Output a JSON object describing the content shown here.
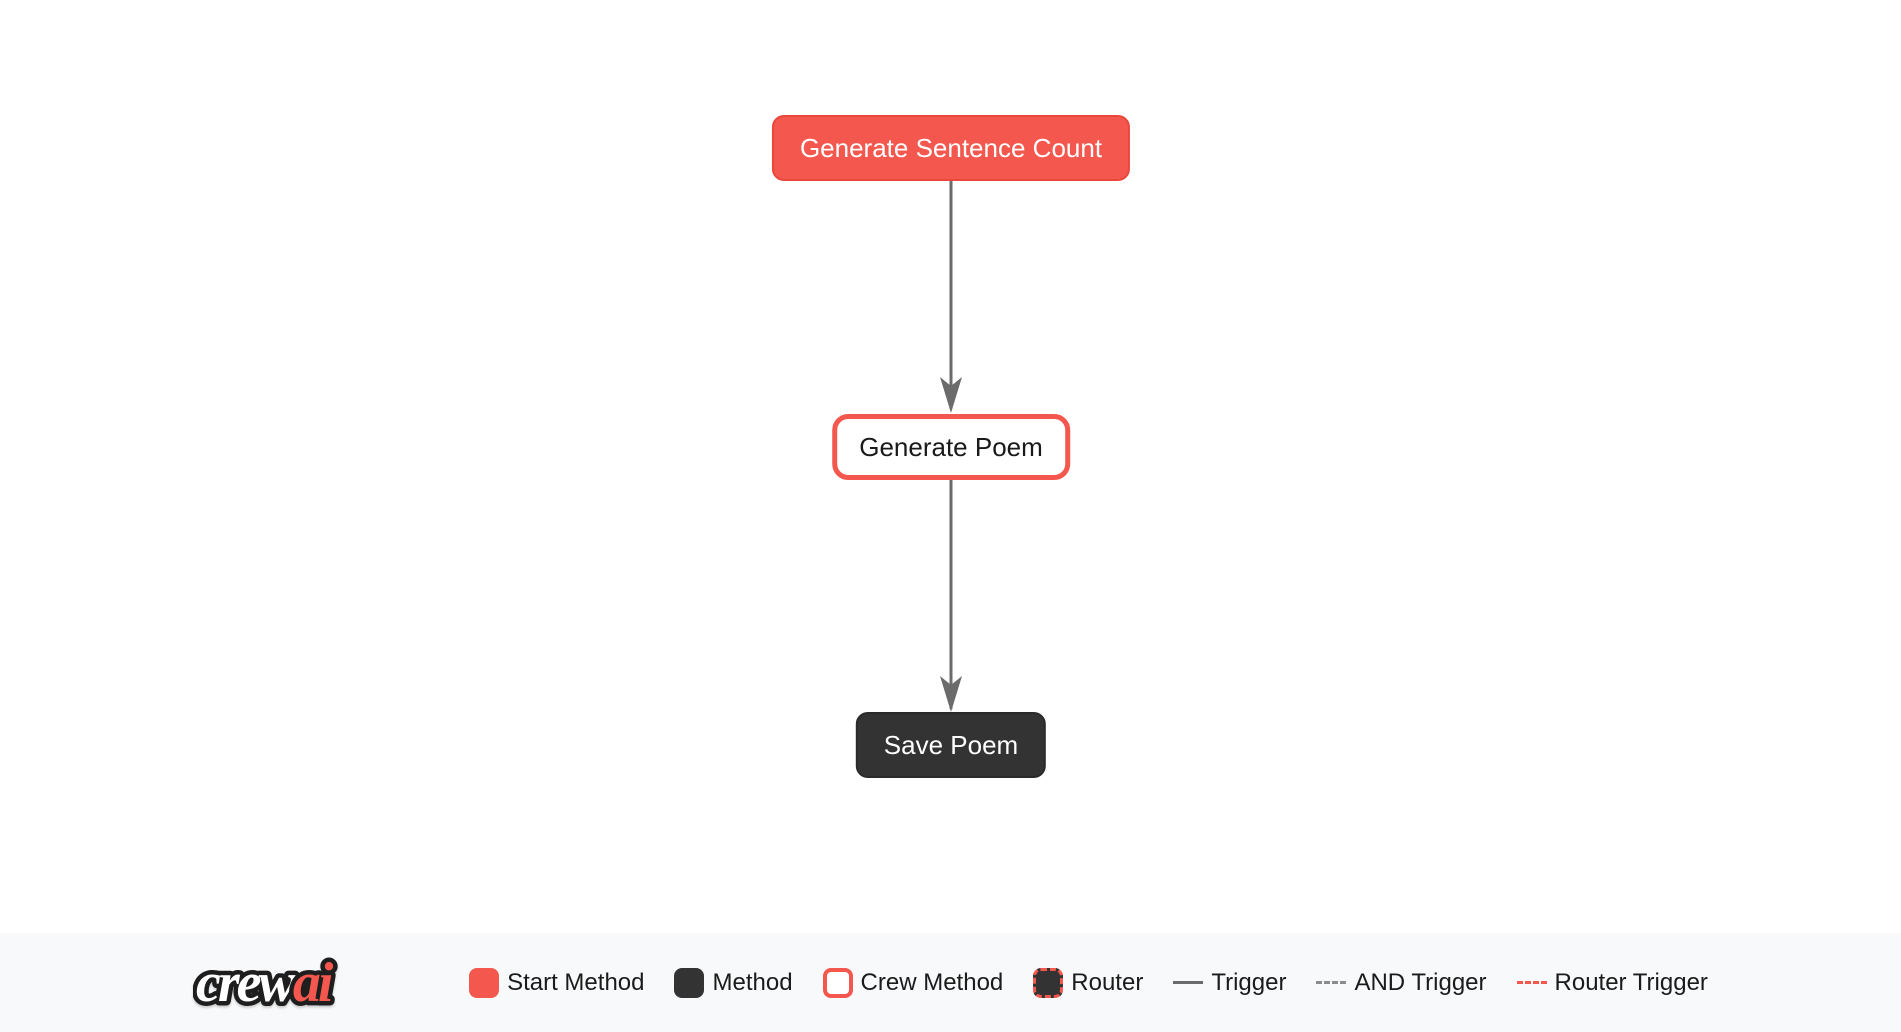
{
  "diagram": {
    "nodes": [
      {
        "label": "Generate Sentence Count",
        "type": "start-method"
      },
      {
        "label": "Generate Poem",
        "type": "crew-method"
      },
      {
        "label": "Save Poem",
        "type": "method"
      }
    ],
    "edges": [
      {
        "from": "Generate Sentence Count",
        "to": "Generate Poem",
        "type": "trigger"
      },
      {
        "from": "Generate Poem",
        "to": "Save Poem",
        "type": "trigger"
      }
    ]
  },
  "legend": {
    "logo": {
      "crew": "crew",
      "ai": "ai"
    },
    "items": [
      {
        "label": "Start Method"
      },
      {
        "label": "Method"
      },
      {
        "label": "Crew Method"
      },
      {
        "label": "Router"
      },
      {
        "label": "Trigger"
      },
      {
        "label": "AND Trigger"
      },
      {
        "label": "Router Trigger"
      }
    ]
  },
  "colors": {
    "accent_red": "#F4574D",
    "node_dark": "#333333",
    "edge_gray": "#6B6B6B",
    "legend_background": "#F8F9FA",
    "canvas_background": "#FFFFFF"
  }
}
